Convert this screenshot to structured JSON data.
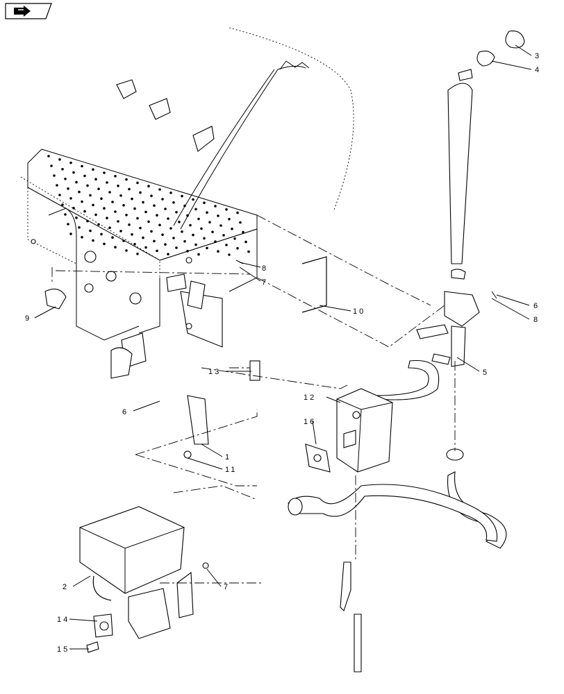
{
  "nav_icon": "arrow-page-icon",
  "callouts": [
    {
      "id": "c3",
      "label": "3"
    },
    {
      "id": "c4",
      "label": "4"
    },
    {
      "id": "c6a",
      "label": "6"
    },
    {
      "id": "c8a",
      "label": "8"
    },
    {
      "id": "c5",
      "label": "5"
    },
    {
      "id": "c8b",
      "label": "8"
    },
    {
      "id": "c7a",
      "label": "7"
    },
    {
      "id": "c10",
      "label": "10"
    },
    {
      "id": "c9",
      "label": "9"
    },
    {
      "id": "c13",
      "label": "13"
    },
    {
      "id": "c12",
      "label": "12"
    },
    {
      "id": "c16",
      "label": "16"
    },
    {
      "id": "c6b",
      "label": "6"
    },
    {
      "id": "c1",
      "label": "1"
    },
    {
      "id": "c11",
      "label": "11"
    },
    {
      "id": "c2",
      "label": "2"
    },
    {
      "id": "c7b",
      "label": "7"
    },
    {
      "id": "c14",
      "label": "14"
    },
    {
      "id": "c15",
      "label": "15"
    }
  ]
}
